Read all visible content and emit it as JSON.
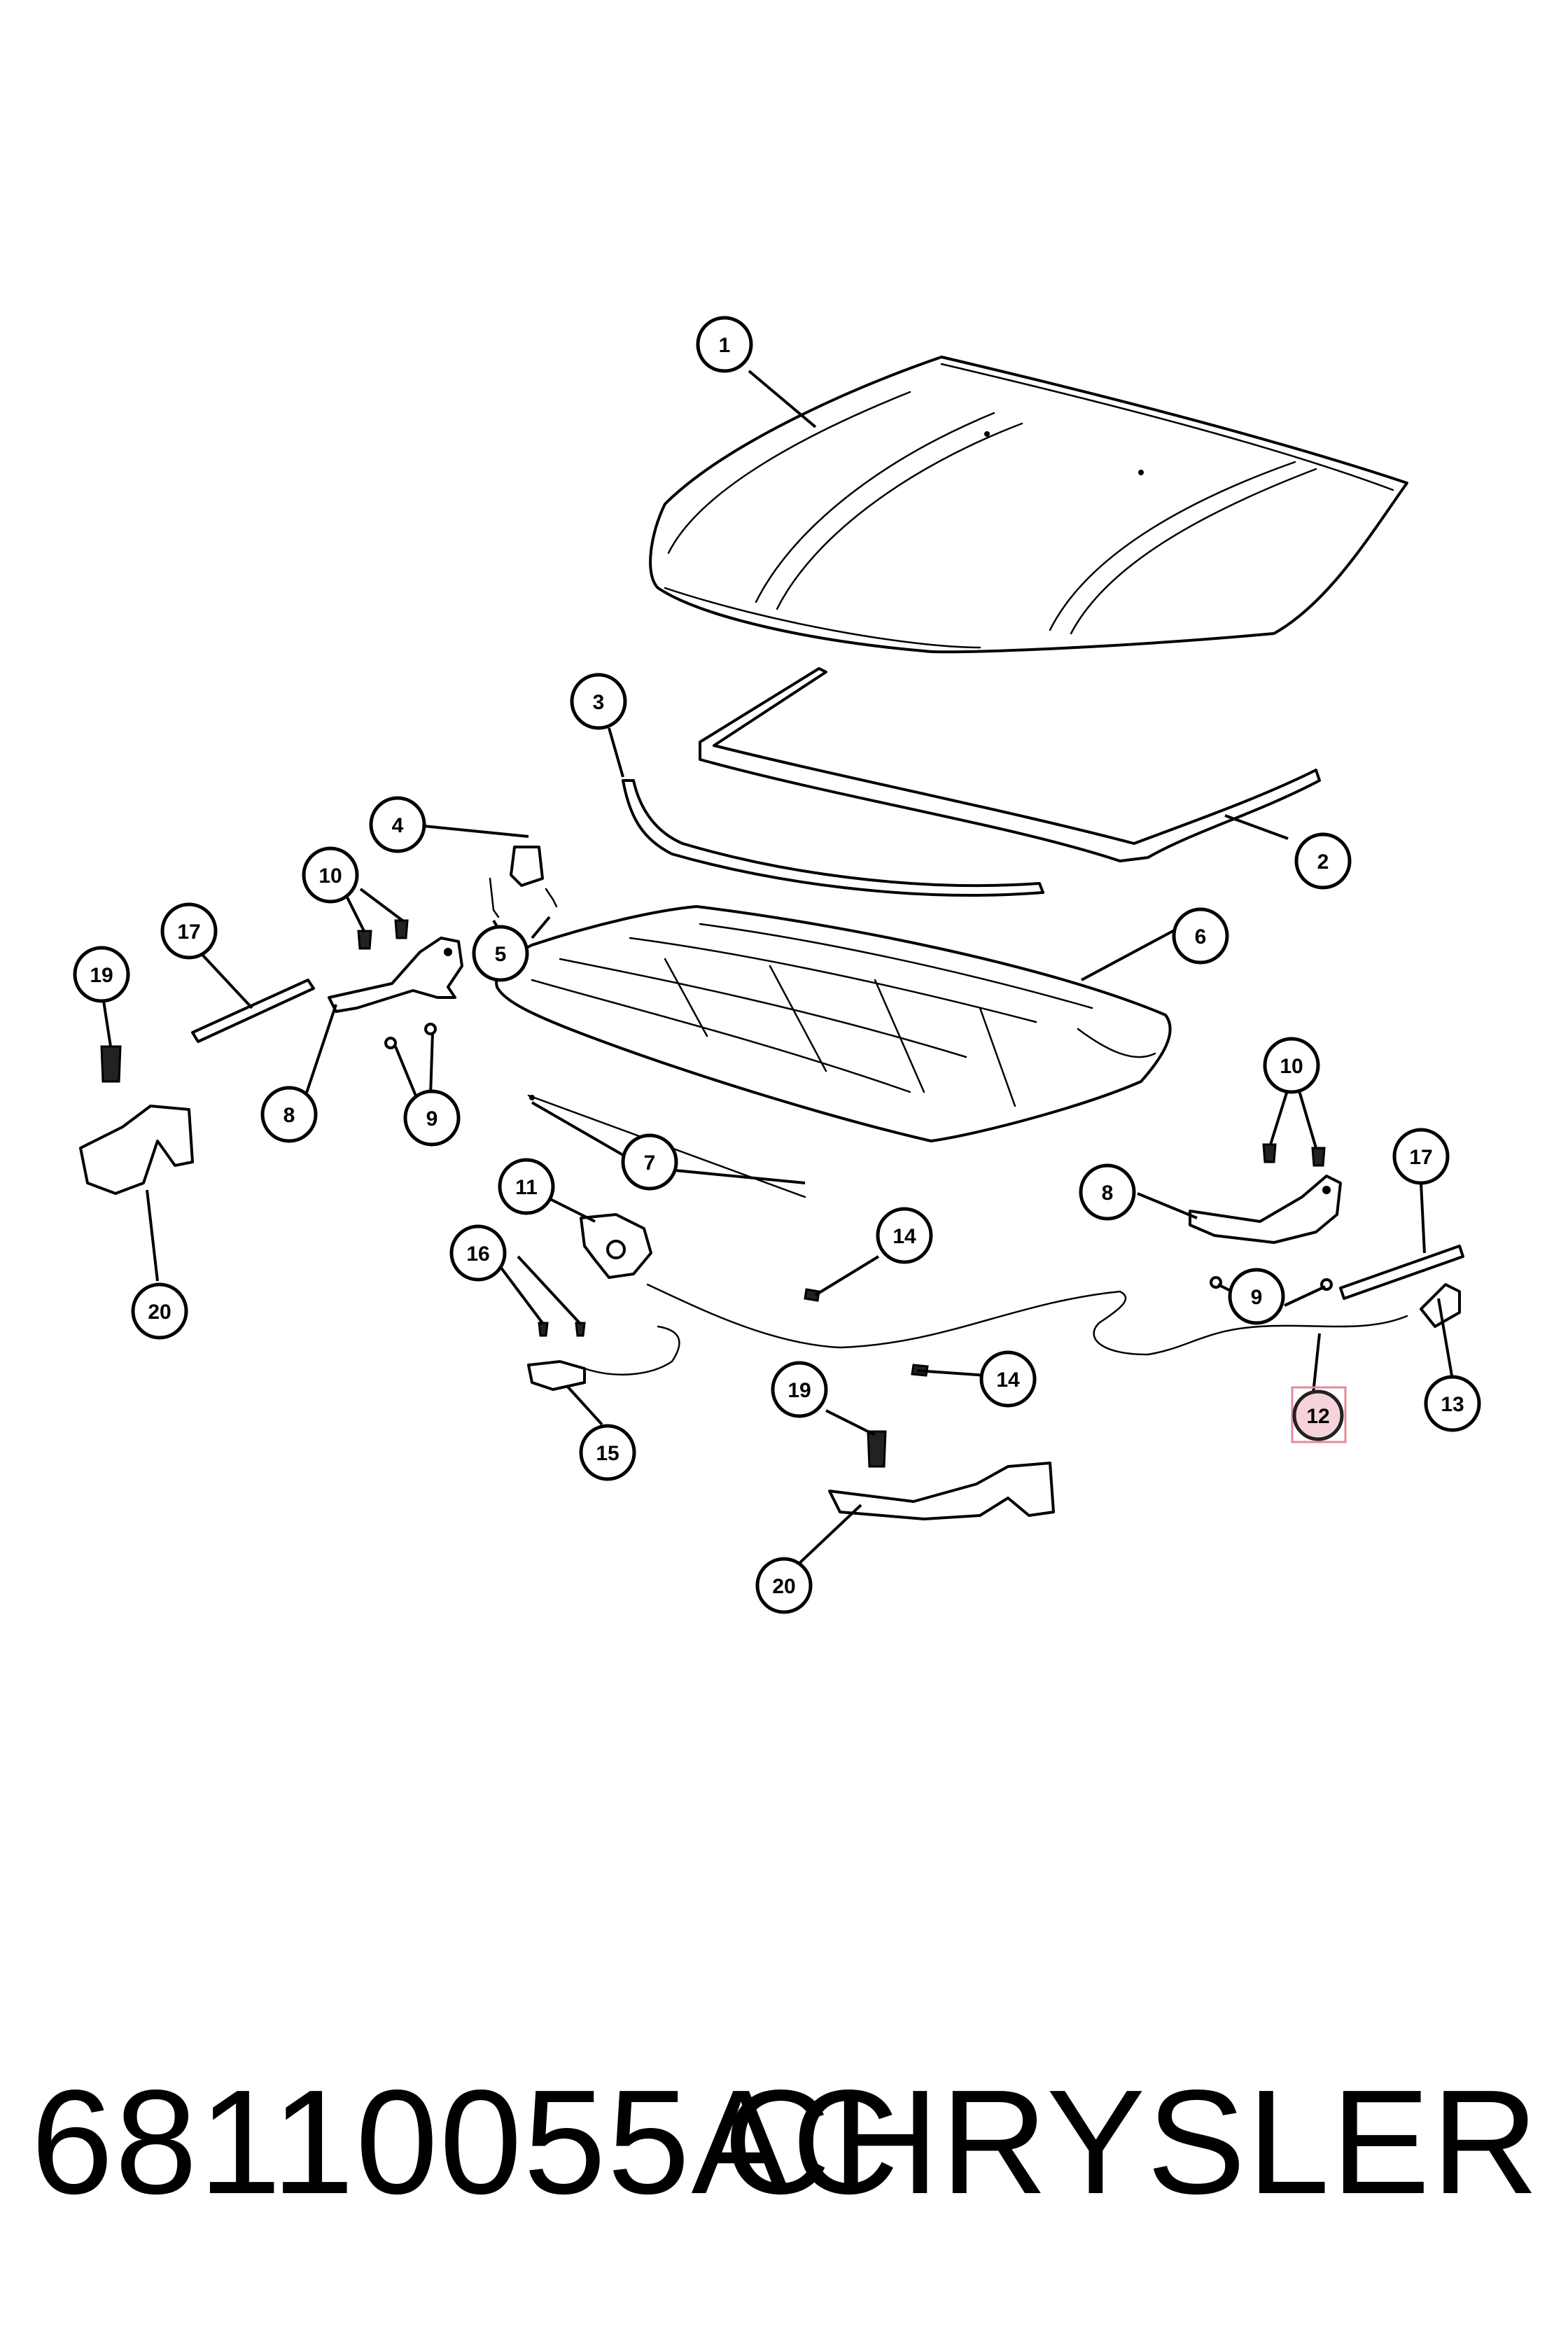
{
  "footer": {
    "part_number": "68110055AC",
    "brand": "CHRYSLER"
  },
  "callouts": [
    {
      "id": "c1",
      "label": "1"
    },
    {
      "id": "c2",
      "label": "2"
    },
    {
      "id": "c3",
      "label": "3"
    },
    {
      "id": "c4",
      "label": "4"
    },
    {
      "id": "c5",
      "label": "5"
    },
    {
      "id": "c6",
      "label": "6"
    },
    {
      "id": "c7",
      "label": "7"
    },
    {
      "id": "c8a",
      "label": "8"
    },
    {
      "id": "c8b",
      "label": "8"
    },
    {
      "id": "c9a",
      "label": "9"
    },
    {
      "id": "c9b",
      "label": "9"
    },
    {
      "id": "c10a",
      "label": "10"
    },
    {
      "id": "c10b",
      "label": "10"
    },
    {
      "id": "c11",
      "label": "11"
    },
    {
      "id": "c12",
      "label": "12",
      "highlighted": true
    },
    {
      "id": "c13",
      "label": "13"
    },
    {
      "id": "c14a",
      "label": "14"
    },
    {
      "id": "c14b",
      "label": "14"
    },
    {
      "id": "c15",
      "label": "15"
    },
    {
      "id": "c16",
      "label": "16"
    },
    {
      "id": "c17a",
      "label": "17"
    },
    {
      "id": "c17b",
      "label": "17"
    },
    {
      "id": "c19a",
      "label": "19"
    },
    {
      "id": "c19b",
      "label": "19"
    },
    {
      "id": "c20a",
      "label": "20"
    },
    {
      "id": "c20b",
      "label": "20"
    }
  ],
  "colors": {
    "highlight_fill": "#f6d3d8",
    "highlight_box": "#e48a9a"
  }
}
